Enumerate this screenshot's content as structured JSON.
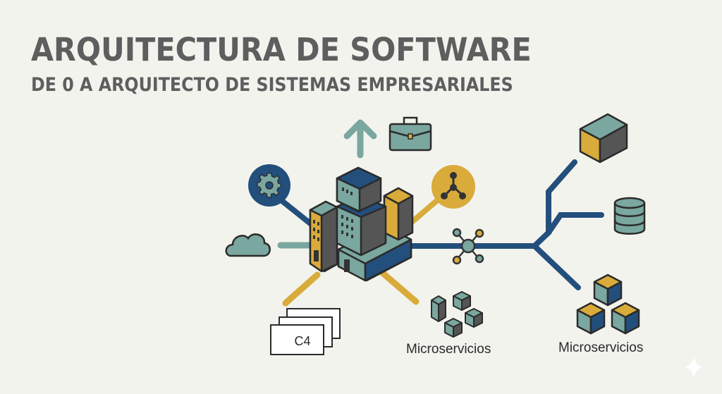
{
  "header": {
    "title": "ARQUITECTURA DE SOFTWARE",
    "subtitle": "DE 0 A ARQUITECTO DE SISTEMAS EMPRESARIALES"
  },
  "diagram": {
    "center": "building-cluster",
    "nodes": [
      {
        "id": "growth",
        "icon": "arrow-up-icon"
      },
      {
        "id": "business",
        "icon": "briefcase-icon"
      },
      {
        "id": "settings",
        "icon": "gear-icon"
      },
      {
        "id": "integration",
        "icon": "network-node-icon"
      },
      {
        "id": "cloud",
        "icon": "cloud-icon"
      },
      {
        "id": "c4",
        "icon": "stacked-frames-icon",
        "label": "C4"
      },
      {
        "id": "microservices-1",
        "icon": "cubes-cluster-icon",
        "label": "Microservicios"
      },
      {
        "id": "hub",
        "icon": "hub-icon"
      },
      {
        "id": "block",
        "icon": "cube-icon"
      },
      {
        "id": "database",
        "icon": "database-icon"
      },
      {
        "id": "microservices-2",
        "icon": "cubes-stack-icon",
        "label": "Microservicios"
      }
    ],
    "labels": {
      "c4": "C4",
      "microservices_left": "Microservicios",
      "microservices_right": "Microservicios"
    }
  },
  "colors": {
    "background": "#f3f3ee",
    "navy": "#234f7d",
    "teal": "#7aa79f",
    "gold": "#d9ab3b",
    "dark": "#555555",
    "outline": "#2b2b2b",
    "title": "#5e5e5e"
  }
}
